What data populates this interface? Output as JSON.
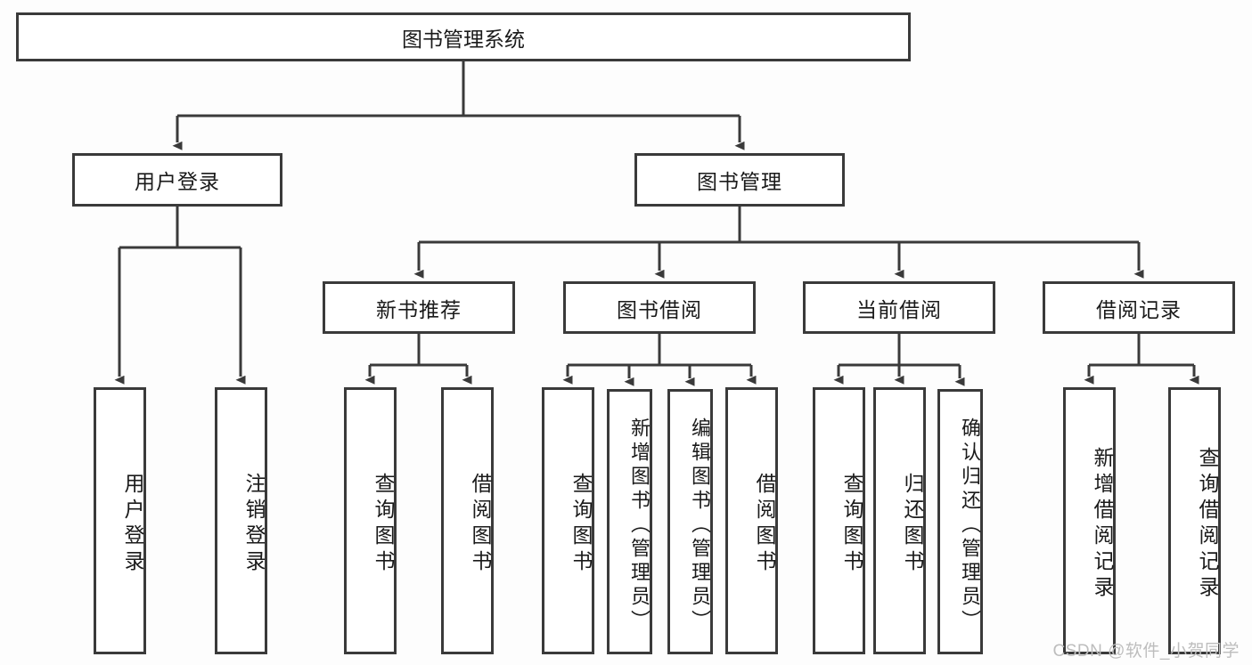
{
  "diagram": {
    "title": "图书管理系统",
    "type": "tree-hierarchy-chart",
    "root": {
      "label": "图书管理系统"
    },
    "level2": [
      {
        "label": "用户登录"
      },
      {
        "label": "图书管理"
      }
    ],
    "level3": [
      {
        "label": "新书推荐"
      },
      {
        "label": "图书借阅"
      },
      {
        "label": "当前借阅"
      },
      {
        "label": "借阅记录"
      }
    ],
    "leaves": {
      "user_login": [
        {
          "label": "用户登录"
        },
        {
          "label": "注销登录"
        }
      ],
      "new_book_recommend": [
        {
          "label": "查询图书"
        },
        {
          "label": "借阅图书"
        }
      ],
      "book_borrow": [
        {
          "label": "查询图书"
        },
        {
          "label": "新增图书（管理员）"
        },
        {
          "label": "编辑图书（管理员）"
        },
        {
          "label": "借阅图书"
        }
      ],
      "current_borrow": [
        {
          "label": "查询图书"
        },
        {
          "label": "归还图书"
        },
        {
          "label": "确认归还（管理员）"
        }
      ],
      "borrow_record": [
        {
          "label": "新增借阅记录"
        },
        {
          "label": "查询借阅记录"
        }
      ]
    }
  },
  "watermark": {
    "text": "CSDN @软件_小贺同学"
  },
  "colors": {
    "background": "#fdfdfd",
    "box_fill": "#ffffff",
    "box_border": "#3a3a3a",
    "line": "#3a3a3a",
    "text": "#1a1a1a",
    "watermark": "#bdbdbd"
  }
}
